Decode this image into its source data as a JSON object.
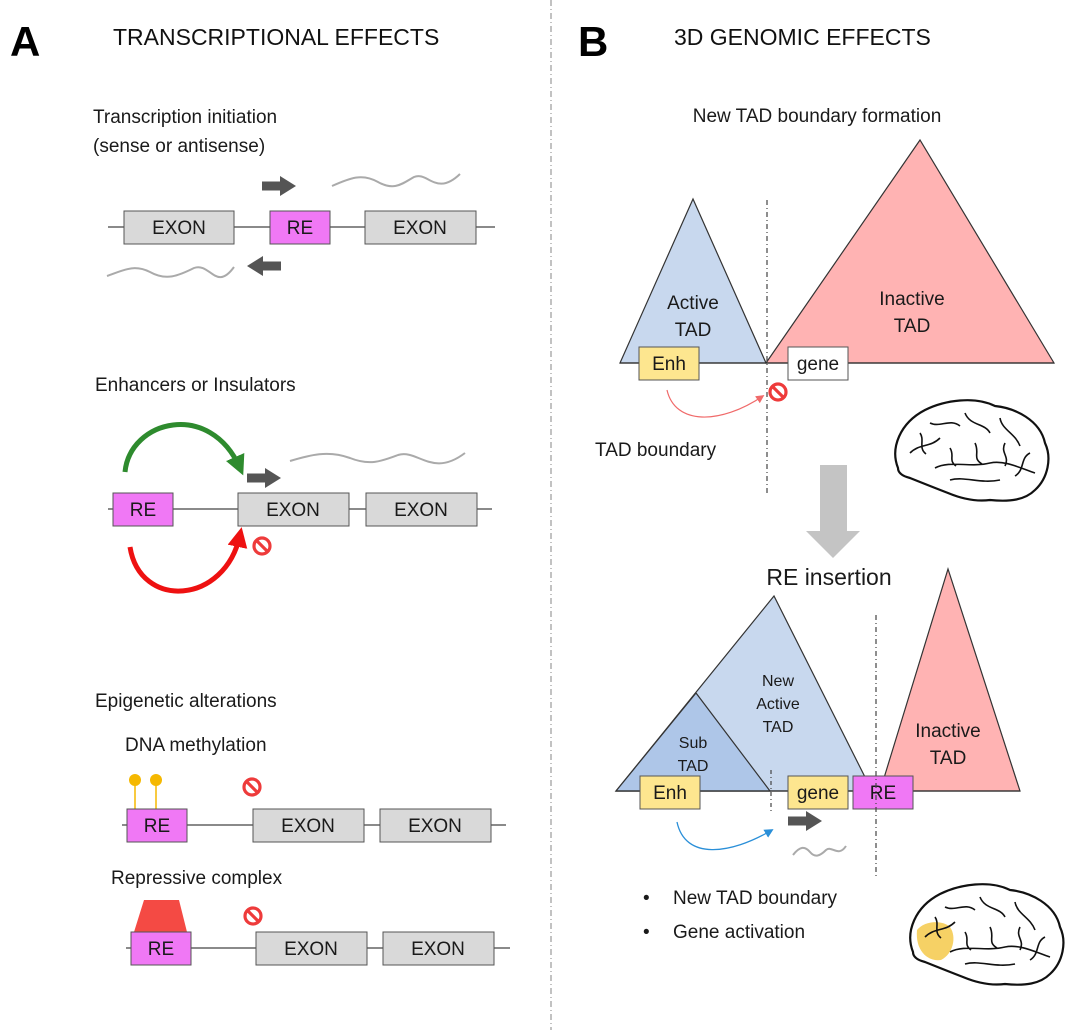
{
  "colors": {
    "re": "#f078f5",
    "exon": "#d9d9d9",
    "enh": "#fde68f",
    "gene_white": "#ffffff",
    "active_tad": "#c8d8ee",
    "sub_tad": "#aec6e8",
    "inactive_tad": "#ffb3b3",
    "arrow_dark": "#555555",
    "transcript": "#aaaaaa",
    "enhance_arrow": "#2e8b2e",
    "insulate_arrow": "#ee1111",
    "block_red": "#ee3b3b",
    "methyl": "#f5b800",
    "repressor": "#f44a44",
    "blocked_loop": "#f06a6a",
    "active_loop": "#2a8fd8",
    "flow_arrow": "#c4c4c4",
    "brain_highlight": "#f5c94a"
  },
  "panelA": {
    "letter": "A",
    "title": "TRANSCRIPTIONAL EFFECTS",
    "initiation": {
      "title_line1": "Transcription initiation",
      "title_line2": "(sense or antisense)",
      "boxes": [
        "EXON",
        "RE",
        "EXON"
      ]
    },
    "enhancers": {
      "title": "Enhancers or Insulators",
      "boxes": [
        "RE",
        "EXON",
        "EXON"
      ]
    },
    "epigenetic": {
      "title": "Epigenetic alterations",
      "methylation": {
        "title": "DNA methylation",
        "boxes": [
          "RE",
          "EXON",
          "EXON"
        ]
      },
      "repressive": {
        "title": "Repressive complex",
        "boxes": [
          "RE",
          "EXON",
          "EXON"
        ]
      }
    }
  },
  "panelB": {
    "letter": "B",
    "title": "3D GENOMIC EFFECTS",
    "top": {
      "title": "New TAD boundary formation",
      "active_tad": [
        "Active",
        "TAD"
      ],
      "inactive_tad": [
        "Inactive",
        "TAD"
      ],
      "enh": "Enh",
      "gene": "gene",
      "boundary_label": "TAD boundary"
    },
    "bottom": {
      "title": "RE insertion",
      "sub_tad": [
        "Sub",
        "TAD"
      ],
      "new_active_tad": [
        "New",
        "Active",
        "TAD"
      ],
      "inactive_tad": [
        "Inactive",
        "TAD"
      ],
      "enh": "Enh",
      "gene": "gene",
      "re": "RE",
      "bullets": [
        "New TAD boundary",
        "Gene activation"
      ]
    }
  }
}
